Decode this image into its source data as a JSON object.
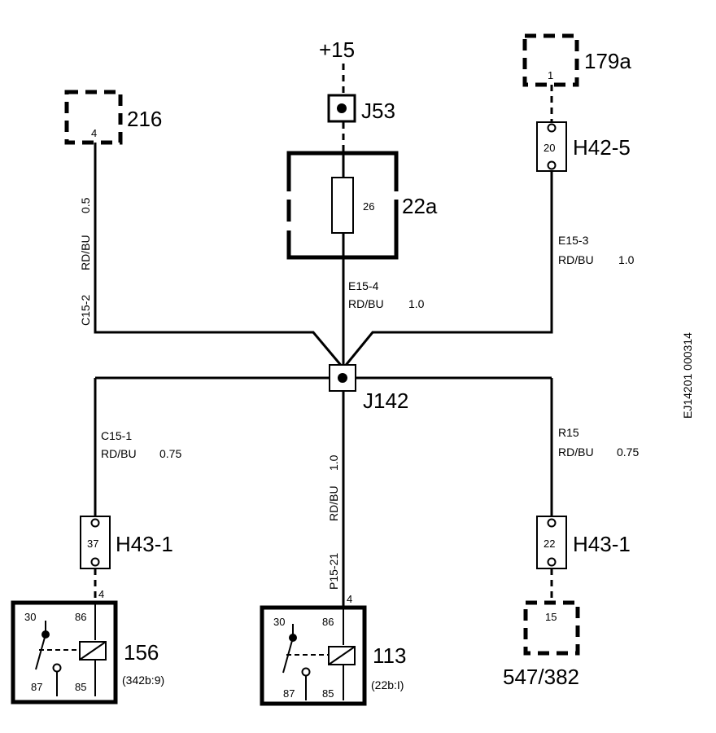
{
  "supply": "+15",
  "components": {
    "fuse_block": {
      "ref": "22a",
      "fuse_no": "26"
    },
    "ground_216": {
      "ref": "216",
      "pin": "4"
    },
    "conn_179a": {
      "ref": "179a",
      "pin": "1"
    },
    "conn_547": {
      "ref": "547/382",
      "pin": "15"
    },
    "relay_156": {
      "ref": "156",
      "location": "(342b:9)",
      "pin30": "30",
      "pin86": "86",
      "pin87": "87",
      "pin85": "85",
      "pin_in": "4"
    },
    "relay_113": {
      "ref": "113",
      "location": "(22b:I)",
      "pin30": "30",
      "pin86": "86",
      "pin87": "87",
      "pin85": "85",
      "pin_in": "4"
    }
  },
  "connectors": {
    "j53": "J53",
    "j142": "J142",
    "h42_5": {
      "ref": "H42-5",
      "pin": "20"
    },
    "h43_1_left": {
      "ref": "H43-1",
      "pin": "37"
    },
    "h43_1_right": {
      "ref": "H43-1",
      "pin": "22"
    }
  },
  "wires": {
    "c15_2": {
      "id": "C15-2",
      "color": "RD/BU",
      "size": "0.5"
    },
    "e15_4": {
      "id": "E15-4",
      "color": "RD/BU",
      "size": "1.0"
    },
    "e15_3": {
      "id": "E15-3",
      "color": "RD/BU",
      "size": "1.0"
    },
    "c15_1": {
      "id": "C15-1",
      "color": "RD/BU",
      "size": "0.75"
    },
    "p15_21": {
      "id": "P15-21",
      "color": "RD/BU",
      "size": "1.0"
    },
    "r15": {
      "id": "R15",
      "color": "RD/BU",
      "size": "0.75"
    }
  },
  "drawing_id": "EJ14201 000314"
}
